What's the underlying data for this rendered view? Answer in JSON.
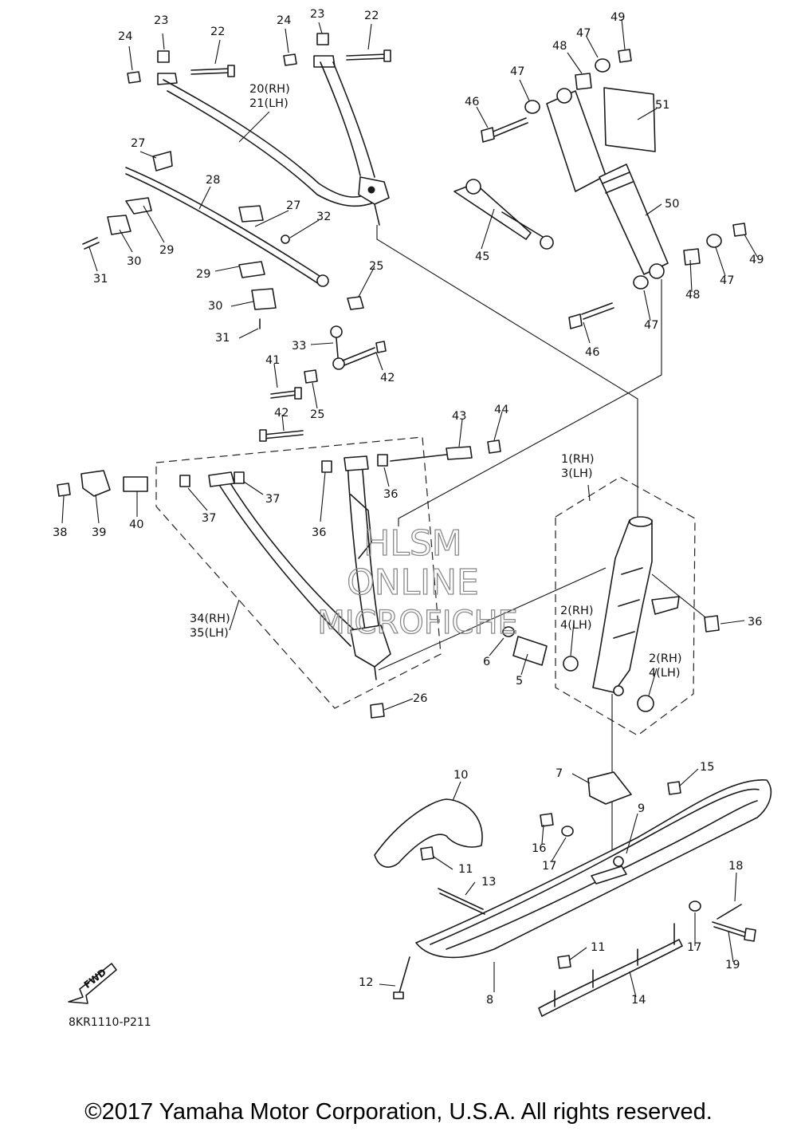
{
  "watermark": {
    "line1": "HLSM",
    "line2": "ONLINE",
    "line3": "MICROFICHE"
  },
  "fwd_label": "FWD",
  "drawing_code": "8KR1110-P211",
  "copyright": "©2017 Yamaha Motor Corporation, U.S.A. All rights reserved.",
  "callouts": [
    {
      "id": "c23a",
      "label": "23"
    },
    {
      "id": "c24a",
      "label": "24"
    },
    {
      "id": "c22a",
      "label": "22"
    },
    {
      "id": "c24b",
      "label": "24"
    },
    {
      "id": "c23b",
      "label": "23"
    },
    {
      "id": "c22b",
      "label": "22"
    },
    {
      "id": "c20",
      "label": "20(RH)"
    },
    {
      "id": "c21",
      "label": "21(LH)"
    },
    {
      "id": "c27a",
      "label": "27"
    },
    {
      "id": "c28",
      "label": "28"
    },
    {
      "id": "c27b",
      "label": "27"
    },
    {
      "id": "c32",
      "label": "32"
    },
    {
      "id": "c29a",
      "label": "29"
    },
    {
      "id": "c30a",
      "label": "30"
    },
    {
      "id": "c31a",
      "label": "31"
    },
    {
      "id": "c29b",
      "label": "29"
    },
    {
      "id": "c25a",
      "label": "25"
    },
    {
      "id": "c30b",
      "label": "30"
    },
    {
      "id": "c31b",
      "label": "31"
    },
    {
      "id": "c33",
      "label": "33"
    },
    {
      "id": "c42a",
      "label": "42"
    },
    {
      "id": "c41",
      "label": "41"
    },
    {
      "id": "c25b",
      "label": "25"
    },
    {
      "id": "c42b",
      "label": "42"
    },
    {
      "id": "c43",
      "label": "43"
    },
    {
      "id": "c44",
      "label": "44"
    },
    {
      "id": "c37a",
      "label": "37"
    },
    {
      "id": "c37b",
      "label": "37"
    },
    {
      "id": "c36a",
      "label": "36"
    },
    {
      "id": "c36b",
      "label": "36"
    },
    {
      "id": "c38",
      "label": "38"
    },
    {
      "id": "c39",
      "label": "39"
    },
    {
      "id": "c40",
      "label": "40"
    },
    {
      "id": "c34",
      "label": "34(RH)"
    },
    {
      "id": "c35",
      "label": "35(LH)"
    },
    {
      "id": "c26",
      "label": "26"
    },
    {
      "id": "c49a",
      "label": "49"
    },
    {
      "id": "c47a",
      "label": "47"
    },
    {
      "id": "c48a",
      "label": "48"
    },
    {
      "id": "c47b",
      "label": "47"
    },
    {
      "id": "c46a",
      "label": "46"
    },
    {
      "id": "c51",
      "label": "51"
    },
    {
      "id": "c50",
      "label": "50"
    },
    {
      "id": "c45",
      "label": "45"
    },
    {
      "id": "c49b",
      "label": "49"
    },
    {
      "id": "c47c",
      "label": "47"
    },
    {
      "id": "c48b",
      "label": "48"
    },
    {
      "id": "c47d",
      "label": "47"
    },
    {
      "id": "c46b",
      "label": "46"
    },
    {
      "id": "c1",
      "label": "1(RH)"
    },
    {
      "id": "c3",
      "label": "3(LH)"
    },
    {
      "id": "c36c",
      "label": "36"
    },
    {
      "id": "c2a",
      "label": "2(RH)"
    },
    {
      "id": "c4a",
      "label": "4(LH)"
    },
    {
      "id": "c6",
      "label": "6"
    },
    {
      "id": "c5",
      "label": "5"
    },
    {
      "id": "c2b",
      "label": "2(RH)"
    },
    {
      "id": "c4b",
      "label": "4(LH)"
    },
    {
      "id": "c7",
      "label": "7"
    },
    {
      "id": "c15",
      "label": "15"
    },
    {
      "id": "c10",
      "label": "10"
    },
    {
      "id": "c16",
      "label": "16"
    },
    {
      "id": "c9",
      "label": "9"
    },
    {
      "id": "c17a",
      "label": "17"
    },
    {
      "id": "c11a",
      "label": "11"
    },
    {
      "id": "c13",
      "label": "13"
    },
    {
      "id": "c18",
      "label": "18"
    },
    {
      "id": "c17b",
      "label": "17"
    },
    {
      "id": "c11b",
      "label": "11"
    },
    {
      "id": "c19",
      "label": "19"
    },
    {
      "id": "c12",
      "label": "12"
    },
    {
      "id": "c8",
      "label": "8"
    },
    {
      "id": "c14",
      "label": "14"
    }
  ]
}
